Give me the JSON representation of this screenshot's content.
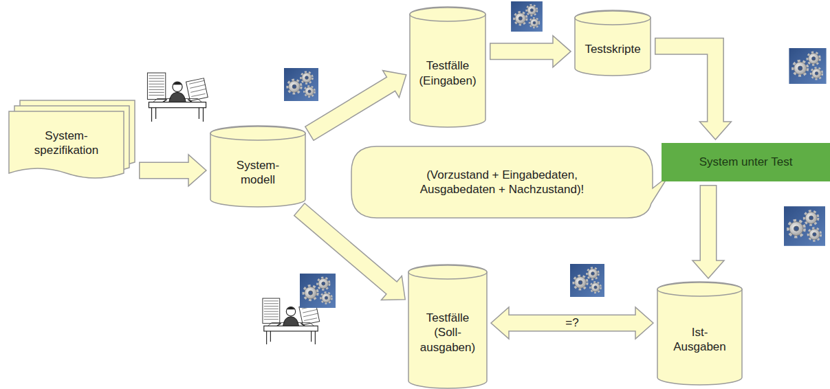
{
  "diagram": {
    "nodes": [
      {
        "text": [
          "System- spezifikation"
        ]
      },
      {
        "text": [
          "System- modell"
        ]
      },
      {
        "text": [
          "Testfälle (Eingaben)"
        ]
      },
      {
        "text": [
          "Testskripte"
        ]
      },
      {
        "text": [
          "(Vorzustand + Eingabedaten, Ausgabedaten + Nachzustand)!"
        ]
      },
      {
        "text": [
          "System unter Test"
        ]
      },
      {
        "text": [
          "Ist- Ausgaben"
        ]
      },
      {
        "text": [
          "Testfälle (Soll- ausgaben)"
        ]
      }
    ],
    "edges": [
      {
        "from": 0,
        "to": 1,
        "arrow": "to"
      },
      {
        "from": 1,
        "to": 2,
        "arrow": "to"
      },
      {
        "from": 2,
        "to": 3,
        "arrow": "to"
      },
      {
        "from": 3,
        "to": 5,
        "arrow": "to"
      },
      {
        "from": 5,
        "to": 6,
        "arrow": "to"
      },
      {
        "from": 1,
        "to": 7,
        "arrow": "to"
      },
      {
        "from": 7,
        "to": 6,
        "label": "=?",
        "arrow": "both"
      }
    ]
  }
}
